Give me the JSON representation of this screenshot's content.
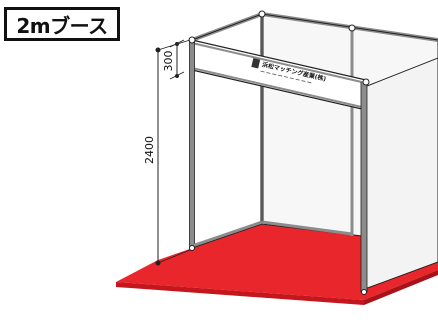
{
  "title": "2mブース",
  "dimensions": {
    "height_total": "2400",
    "fascia_height": "300"
  },
  "sign": {
    "text": "浜松マッチング産業(株)"
  },
  "colors": {
    "carpet": "#e8262b",
    "carpet_dark": "#c4161c",
    "frame": "#8c8c8c",
    "panel": "#fbfbfb",
    "line": "#222222"
  }
}
